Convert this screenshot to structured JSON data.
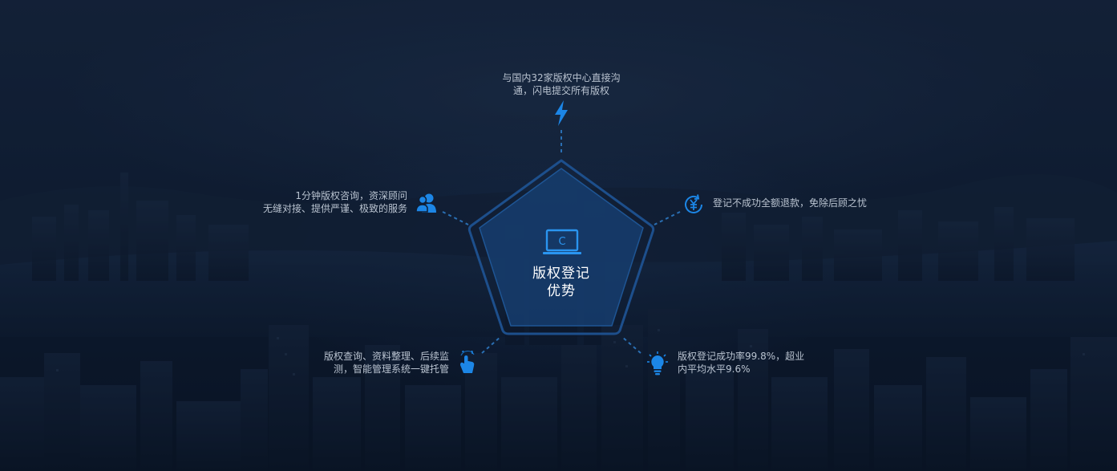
{
  "center": {
    "title_line1": "版权登记",
    "title_line2": "优势",
    "icon_letter": "C"
  },
  "features": [
    {
      "id": "top",
      "icon": "lightning-icon",
      "line1": "与国内32家版权中心直接沟",
      "line2": "通，闪电提交所有版权"
    },
    {
      "id": "left",
      "icon": "users-icon",
      "line1": "1分钟版权咨询，资深顾问",
      "line2": "无缝对接、提供严谨、极致的服务"
    },
    {
      "id": "right",
      "icon": "yen-refund-icon",
      "line1": "登记不成功全额退款，免除后顾之忧",
      "line2": ""
    },
    {
      "id": "bottom-left",
      "icon": "hand-pointer-icon",
      "line1": "版权查询、资料整理、后续监",
      "line2": "测，智能管理系统一键托管"
    },
    {
      "id": "bottom-right",
      "icon": "lightbulb-icon",
      "line1": "版权登记成功率99.8%，超业",
      "line2": "内平均水平9.6%"
    }
  ],
  "colors": {
    "accent": "#1c86e6",
    "pentagon_fill": "#163d6e",
    "pentagon_stroke": "#1d4f8c",
    "text": "#b9c3d0",
    "background": "#0f1d33"
  }
}
